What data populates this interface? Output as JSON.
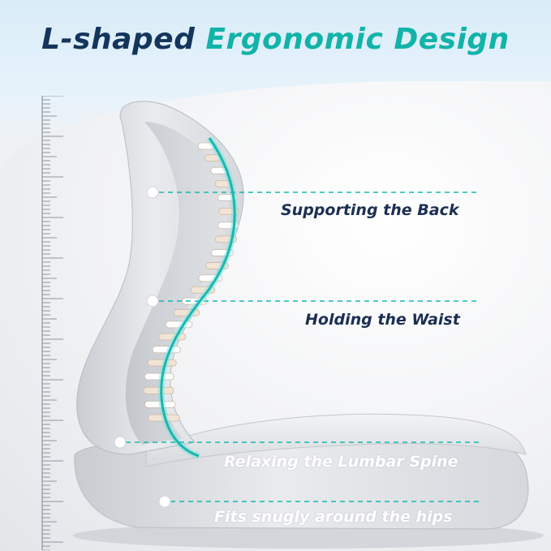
{
  "title": {
    "part1": "L-shaped",
    "part2": "Ergonomic Design"
  },
  "callouts": [
    {
      "text": "Supporting the Back"
    },
    {
      "text": "Holding the Waist"
    },
    {
      "text": "Relaxing the Lumbar Spine"
    },
    {
      "text": "Fits snugly around the hips"
    }
  ],
  "colors": {
    "title_dark": "#14355c",
    "title_accent": "#12b3a9",
    "line_accent": "#19b7b0",
    "label_dark": "#1b2f52"
  }
}
